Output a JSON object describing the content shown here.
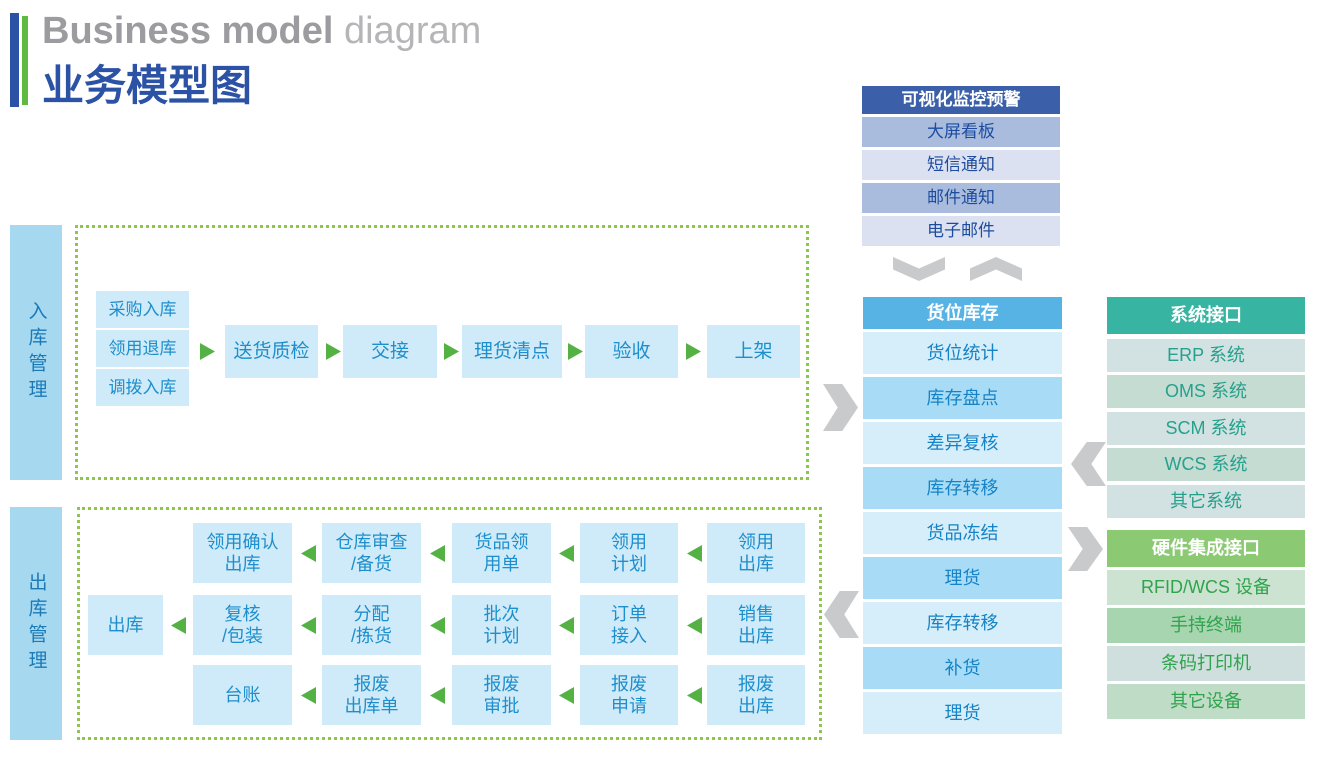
{
  "title": {
    "en_bold": "Business model",
    "en_light": "diagram",
    "zh": "业务模型图"
  },
  "monitor": {
    "header": "可视化监控预警",
    "rows": [
      "大屏看板",
      "短信通知",
      "邮件通知",
      "电子邮件"
    ]
  },
  "inventory": {
    "header": "货位库存",
    "rows": [
      "货位统计",
      "库存盘点",
      "差异复核",
      "库存转移",
      "货品冻结",
      "理货",
      "库存转移",
      "补货",
      "理货"
    ]
  },
  "system": {
    "header": "系统接口",
    "rows": [
      "ERP 系统",
      "OMS 系统",
      "SCM 系统",
      "WCS 系统",
      "其它系统"
    ]
  },
  "hardware": {
    "header": "硬件集成接口",
    "rows": [
      "RFID/WCS 设备",
      "手持终端",
      "条码打印机",
      "其它设备"
    ]
  },
  "inbound": {
    "label": "入库管理",
    "sources": [
      "采购入库",
      "领用退库",
      "调拨入库"
    ],
    "flow": [
      "送货质检",
      "交接",
      "理货清点",
      "验收",
      "上架"
    ]
  },
  "outbound": {
    "label": "出库管理",
    "row1": [
      "领用确认\n出库",
      "仓库审查\n/备货",
      "货品领\n用单",
      "领用\n计划",
      "领用\n出库"
    ],
    "row2": [
      "出库",
      "复核\n/包装",
      "分配\n/拣货",
      "批次\n计划",
      "订单\n接入",
      "销售\n出库"
    ],
    "row3": [
      "台账",
      "报废\n出库单",
      "报废\n审批",
      "报废\n申请",
      "报废\n出库"
    ]
  },
  "colors": {
    "title_blue": "#2b52a5",
    "logo_green": "#5eba40",
    "process_box_bg": "#cfeaf8",
    "process_box_text": "#1e8fcc",
    "section_label_bg": "#a6d9f0",
    "dashed_border_green": "#8cc749",
    "flow_arrow_green": "#54b244",
    "monitor_header_bg": "#3b5fa8",
    "monitor_row_dark": "#a9bcde",
    "monitor_row_light": "#dbe1f1",
    "monitor_text": "#1d4c9e",
    "inventory_header_bg": "#57b3e4",
    "inventory_row_light": "#d6eefa",
    "inventory_row_dark": "#a8dcf6",
    "inventory_text": "#1583c6",
    "system_header_bg": "#38b5a2",
    "system_row_a": "#d2e1e2",
    "system_row_b": "#c5dcd3",
    "system_text": "#26a18c",
    "hardware_header_bg": "#8bc973",
    "hardware_text": "#2fa44c",
    "connector_gray": "#c9cacb"
  }
}
